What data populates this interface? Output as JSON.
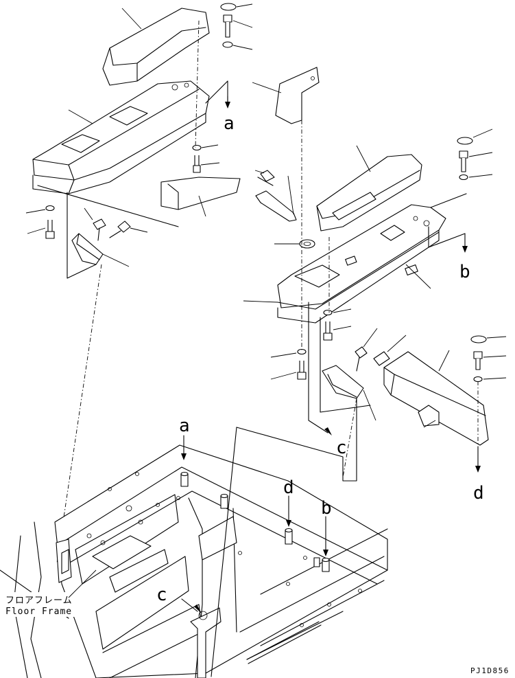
{
  "refs": {
    "a": "a",
    "b": "b",
    "c": "c",
    "d": "d"
  },
  "labels": {
    "floor_frame_jp": "フロアフレーム",
    "floor_frame_en": "Floor Frame",
    "drawing_code": "PJ1D856"
  }
}
